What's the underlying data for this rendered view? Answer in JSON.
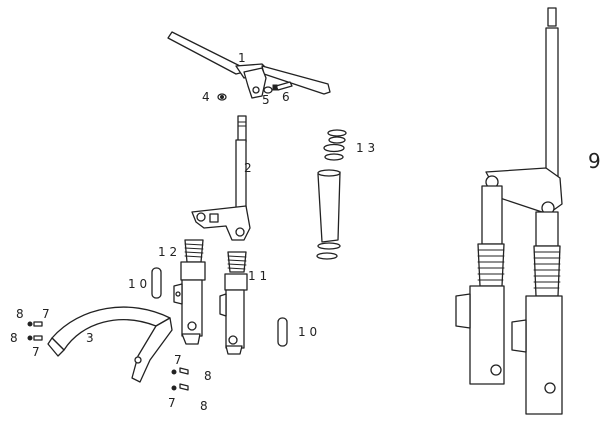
{
  "labels": {
    "p1": "1",
    "p2": "2",
    "p3": "3",
    "p4": "4",
    "p5": "5",
    "p6": "6",
    "p7a": "7",
    "p7b": "7",
    "p7c": "7",
    "p7d": "7",
    "p8a": "8",
    "p8b": "8",
    "p8c": "8",
    "p8d": "8",
    "p10a": "1 0",
    "p10b": "1 0",
    "p11": "1 1",
    "p12": "1 2",
    "p13": "1 3",
    "p9": "9"
  }
}
